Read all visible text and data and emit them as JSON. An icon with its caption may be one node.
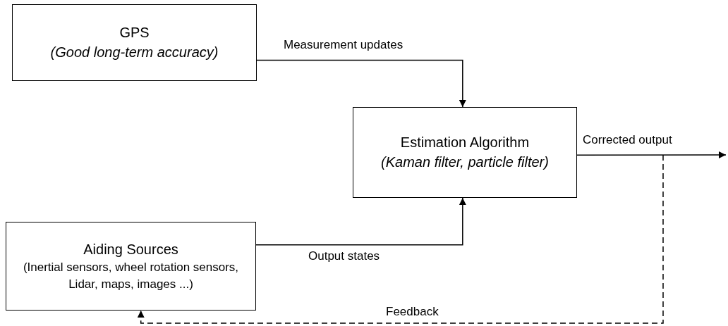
{
  "diagram": {
    "nodes": [
      {
        "text": [
          "GPS",
          "(Good long-term accuracy)"
        ]
      },
      {
        "text": [
          "Estimation Algorithm",
          "(Kaman filter, particle filter)"
        ]
      },
      {
        "text": [
          "Aiding Sources",
          "(Inertial sensors, wheel rotation sensors, Lidar, maps, images ...)"
        ]
      }
    ],
    "edges": [
      {
        "from": 0,
        "to": 1,
        "arrow": "to",
        "label": "Measurement updates"
      },
      {
        "from": 2,
        "to": 1,
        "arrow": "to",
        "label": "Output states"
      },
      {
        "from": 1,
        "to": null,
        "arrow": "to",
        "label": "Corrected output"
      },
      {
        "from": null,
        "to": 2,
        "arrow": "to",
        "label": "Feedback",
        "style": "dashed"
      }
    ]
  }
}
